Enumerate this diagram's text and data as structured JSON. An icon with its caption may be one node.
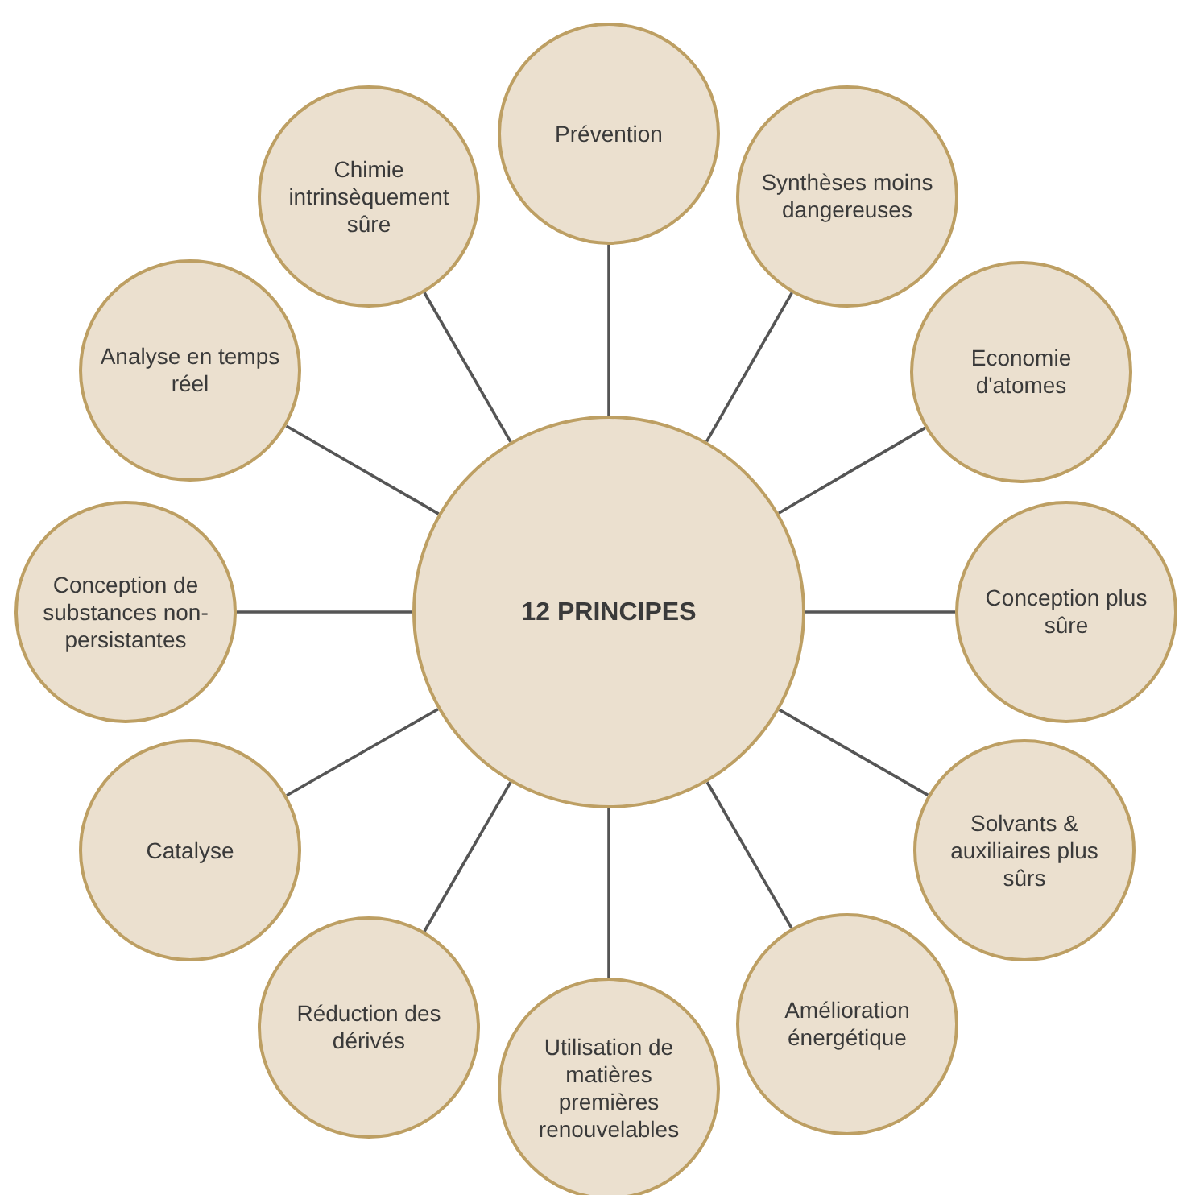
{
  "diagram": {
    "nodes": [
      {
        "text": [
          "12 PRINCIPES"
        ]
      },
      {
        "text": [
          "Prévention"
        ]
      },
      {
        "text": [
          "Synthèses moins dangereuses"
        ]
      },
      {
        "text": [
          "Economie d'atomes"
        ]
      },
      {
        "text": [
          "Conception plus sûre"
        ]
      },
      {
        "text": [
          "Solvants & auxiliaires plus sûrs"
        ]
      },
      {
        "text": [
          "Amélioration énergétique"
        ]
      },
      {
        "text": [
          "Utilisation de matières premières renouvelables"
        ]
      },
      {
        "text": [
          "Réduction des dérivés"
        ]
      },
      {
        "text": [
          "Catalyse"
        ]
      },
      {
        "text": [
          "Conception de substances non-persistantes"
        ]
      },
      {
        "text": [
          "Analyse en temps réel"
        ]
      },
      {
        "text": [
          "Chimie intrinsèquement sûre"
        ]
      }
    ],
    "edges": [
      {
        "from": 0,
        "to": 1,
        "arrow": "none"
      },
      {
        "from": 0,
        "to": 2,
        "arrow": "none"
      },
      {
        "from": 0,
        "to": 3,
        "arrow": "none"
      },
      {
        "from": 0,
        "to": 4,
        "arrow": "none"
      },
      {
        "from": 0,
        "to": 5,
        "arrow": "none"
      },
      {
        "from": 0,
        "to": 6,
        "arrow": "none"
      },
      {
        "from": 0,
        "to": 7,
        "arrow": "none"
      },
      {
        "from": 0,
        "to": 8,
        "arrow": "none"
      },
      {
        "from": 0,
        "to": 9,
        "arrow": "none"
      },
      {
        "from": 0,
        "to": 10,
        "arrow": "none"
      },
      {
        "from": 0,
        "to": 11,
        "arrow": "none"
      },
      {
        "from": 0,
        "to": 12,
        "arrow": "none"
      }
    ]
  }
}
